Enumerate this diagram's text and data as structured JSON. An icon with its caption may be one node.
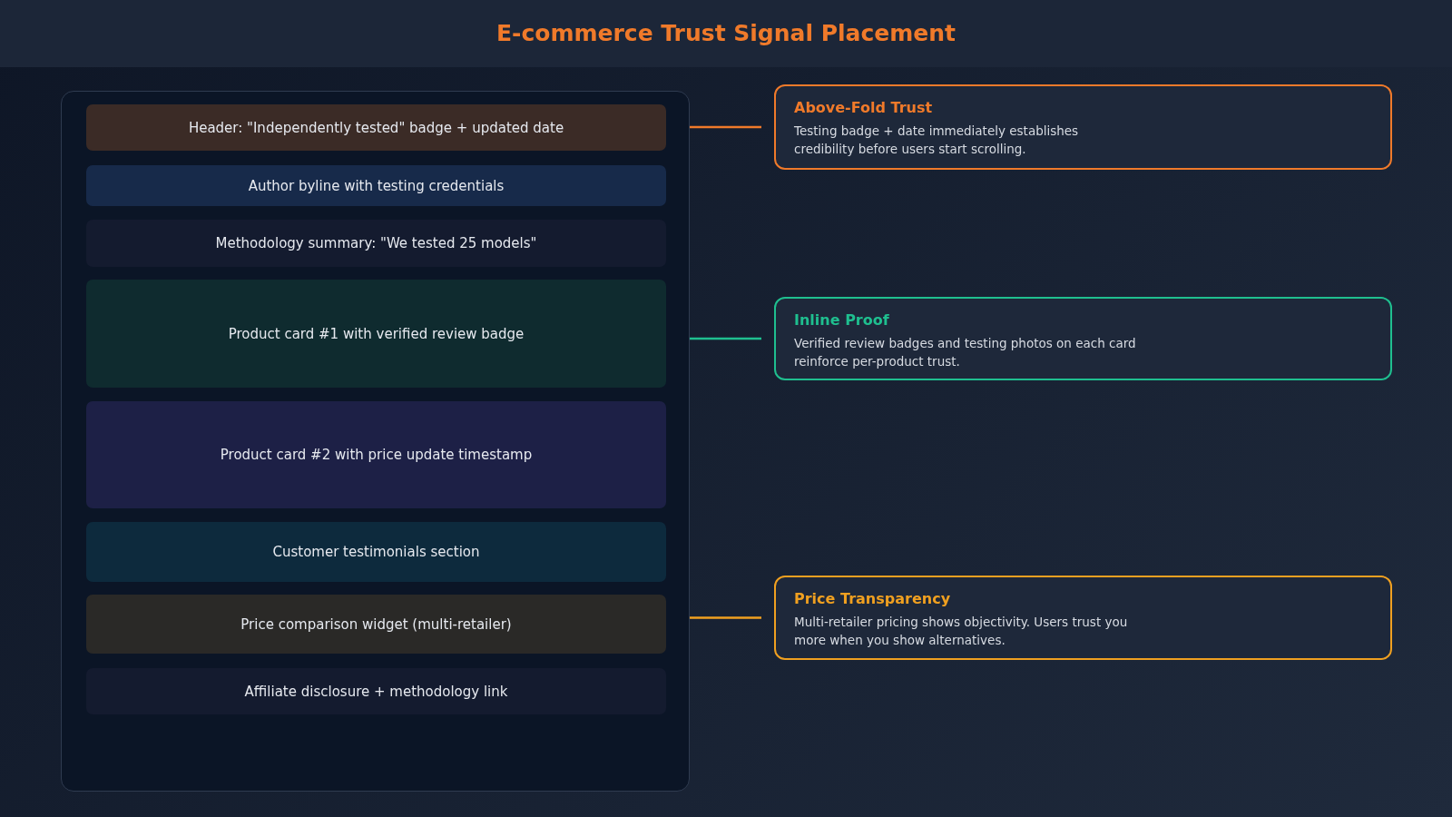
{
  "diagram": {
    "title": "E-commerce Trust Signal Placement",
    "nodes": [
      {
        "text": [],
        "shape": "box"
      },
      {
        "text": [
          "Header: \"Independently tested\" badge + updated date"
        ],
        "in": 0
      },
      {
        "text": [
          "Author byline with testing credentials"
        ],
        "in": 0
      },
      {
        "text": [
          "Methodology summary: \"We tested 25 models\""
        ],
        "in": 0
      },
      {
        "text": [
          "Product card #1 with verified review badge"
        ],
        "in": 0
      },
      {
        "text": [
          "Product card #2 with price update timestamp"
        ],
        "in": 0
      },
      {
        "text": [
          "Customer testimonials section"
        ],
        "in": 0
      },
      {
        "text": [
          "Price comparison widget (multi-retailer)"
        ],
        "in": 0
      },
      {
        "text": [
          "Affiliate disclosure + methodology link"
        ],
        "in": 0
      },
      {
        "text": [
          "Above-Fold Trust",
          "Testing badge + date immediately establishes credibility before users start scrolling."
        ]
      },
      {
        "text": [
          "Inline Proof",
          "Verified review badges and testing photos on each card reinforce per-product trust."
        ]
      },
      {
        "text": [
          "Price Transparency",
          "Multi-retailer pricing shows objectivity. Users trust you more when you show alternatives."
        ]
      }
    ],
    "edges": [
      {
        "from": 0,
        "to": 9,
        "arrow": "none",
        "color": "#f07a2a"
      },
      {
        "from": 0,
        "to": 10,
        "arrow": "none",
        "color": "#1fbf8f"
      },
      {
        "from": 0,
        "to": 11,
        "arrow": "none",
        "color": "#f0a020"
      }
    ]
  }
}
